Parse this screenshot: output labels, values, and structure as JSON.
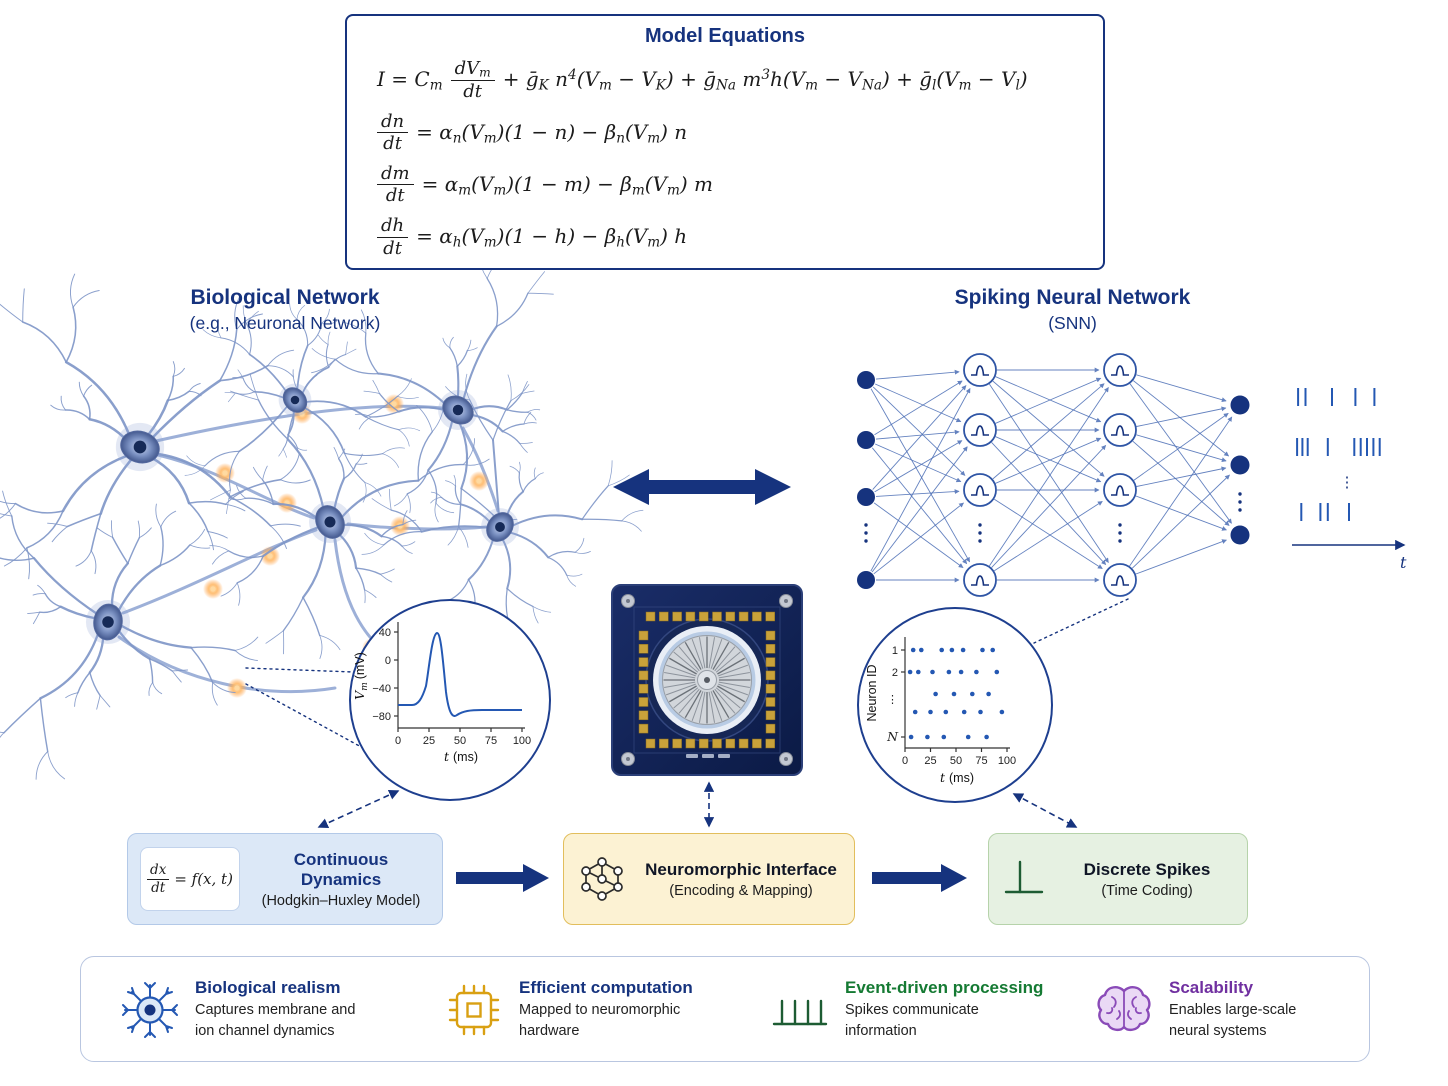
{
  "model_equations": {
    "title": "Model Equations",
    "eq1_pre": "I = C_m",
    "eq1_num": "dV_m",
    "eq1_den": "dt",
    "eq1_post": "+ ḡ_K n^4(V_m − V_K) + ḡ_{Na} m^3h(V_m − V_{Na}) + ḡ_l(V_m − V_l)",
    "eq2_num": "dn",
    "eq2_den": "dt",
    "eq2_post": "= α_n(V_m)(1 − n) − β_n(V_m) n",
    "eq3_num": "dm",
    "eq3_den": "dt",
    "eq3_post": "= α_m(V_m)(1 − m) − β_m(V_m) m",
    "eq4_num": "dh",
    "eq4_den": "dt",
    "eq4_post": "= α_h(V_m)(1 − h) − β_h(V_m) h"
  },
  "bio_network": {
    "title": "Biological Network",
    "subtitle": "(e.g., Neuronal Network)"
  },
  "snn_network": {
    "title": "Spiking Neural Network",
    "subtitle": "(SNN)"
  },
  "ap_inset": {
    "ylabel_var": "V",
    "ylabel_sub": "m",
    "ylabel_unit": "(mV)",
    "y_ticks": [
      "40",
      "0",
      "−40",
      "−80"
    ],
    "x_ticks": [
      "0",
      "25",
      "50",
      "75",
      "100"
    ],
    "xlabel_var": "t",
    "xlabel_unit": "(ms)"
  },
  "raster_inset": {
    "ylabel": "Neuron ID",
    "row_labels": [
      "1",
      "2",
      "⋮",
      "N"
    ],
    "x_ticks": [
      "0",
      "25",
      "50",
      "75",
      "100"
    ],
    "xlabel_var": "t",
    "xlabel_unit": "(ms)",
    "rows": [
      {
        "y": 650,
        "t": [
          8,
          16,
          36,
          46,
          57,
          76,
          86
        ]
      },
      {
        "y": 672,
        "t": [
          5,
          13,
          27,
          43,
          55,
          70,
          90
        ]
      },
      {
        "y": 694,
        "t": [
          30,
          48,
          66,
          82
        ]
      },
      {
        "y": 712,
        "t": [
          10,
          25,
          40,
          58,
          74,
          95
        ]
      },
      {
        "y": 737,
        "t": [
          6,
          22,
          38,
          62,
          80
        ]
      }
    ]
  },
  "spike_trains": {
    "axis_label": "t",
    "ellipsis": "⋮",
    "rows": [
      {
        "y": 397,
        "t": [
          2,
          9,
          34,
          56,
          74
        ]
      },
      {
        "y": 447,
        "t": [
          1,
          6,
          11,
          30,
          55,
          61,
          67,
          73,
          79
        ]
      },
      {
        "y": 512,
        "t": [
          5,
          23,
          30,
          50
        ]
      }
    ]
  },
  "snn_diagram": {
    "input_x": 866,
    "input_ys": [
      380,
      440,
      497,
      580
    ],
    "h1_x": 980,
    "h2_x": 1120,
    "h_ys": [
      370,
      430,
      490,
      580
    ],
    "out_x": 1240,
    "out_ys": [
      405,
      465,
      535
    ]
  },
  "flow": {
    "box1": {
      "title": "Continuous Dynamics",
      "subtitle": "(Hodgkin–Huxley Model)",
      "f_num": "dx",
      "f_den": "dt",
      "f_rhs": "= f(x, t)"
    },
    "box2": {
      "title": "Neuromorphic Interface",
      "subtitle": "(Encoding & Mapping)"
    },
    "box3": {
      "title": "Discrete Spikes",
      "subtitle": "(Time Coding)"
    }
  },
  "legend": {
    "items": [
      {
        "icon": "neuron-icon",
        "title": "Biological realism",
        "line1": "Captures membrane and",
        "line2": "ion channel dynamics",
        "title_color": "#16337e"
      },
      {
        "icon": "chip-icon",
        "title": "Efficient computation",
        "line1": "Mapped to neuromorphic",
        "line2": "hardware",
        "title_color": "#16337e"
      },
      {
        "icon": "spike-train-icon",
        "title": "Event-driven processing",
        "line1": "Spikes communicate",
        "line2": "information",
        "title_color": "#157a33"
      },
      {
        "icon": "brain-icon",
        "title": "Scalability",
        "line1": "Enables large-scale",
        "line2": "neural systems",
        "title_color": "#7030a0"
      }
    ]
  },
  "colors": {
    "navy": "#16337e",
    "blue": "#2458b3",
    "gold": "#d9a012",
    "green": "#1d5c33",
    "purple": "#7030a0"
  }
}
